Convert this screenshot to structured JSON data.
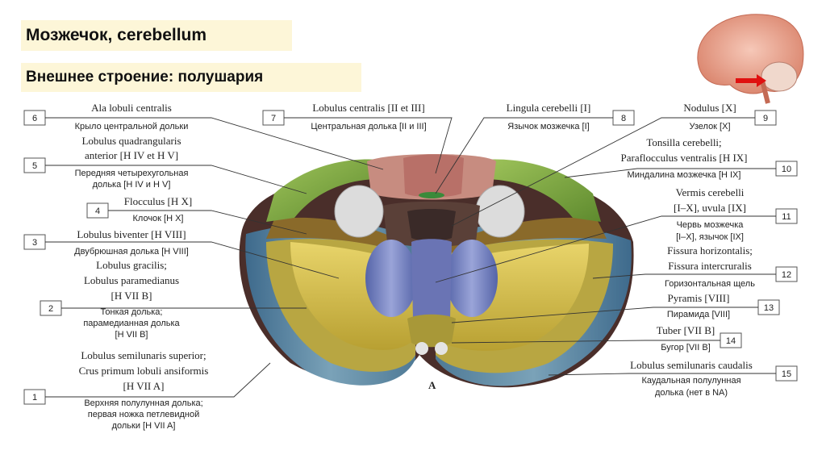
{
  "title": "Мозжечок, cerebellum",
  "subtitle": "Внешнее строение: полушария",
  "figure_letter": "A",
  "colors": {
    "title_bg": "#fdf6d8",
    "leader": "#333333",
    "inset_arrow": "#e01010"
  },
  "labels": {
    "l6": {
      "num": "6",
      "lat": [
        "Ala lobuli centralis"
      ],
      "rus": [
        "Крыло центральной дольки"
      ]
    },
    "l5": {
      "num": "5",
      "lat": [
        "Lobulus quadrangularis",
        "anterior [H IV et H V]"
      ],
      "rus": [
        "Передняя четырехугольная",
        "долька [H IV и H V]"
      ]
    },
    "l4": {
      "num": "4",
      "lat": [
        "Flocculus [H X]"
      ],
      "rus": [
        "Клочок [H X]"
      ]
    },
    "l3": {
      "num": "3",
      "lat": [
        "Lobulus biventer [H VIII]"
      ],
      "rus": [
        "Двубрюшная долька [H VIII]"
      ]
    },
    "l2": {
      "num": "2",
      "lat": [
        "Lobulus gracilis;",
        "Lobulus paramedianus",
        "[H VII B]"
      ],
      "rus": [
        "Тонкая долька;",
        "парамедианная долька",
        "[H VII B]"
      ]
    },
    "l1": {
      "num": "1",
      "lat": [
        "Lobulus semilunaris superior;",
        "Crus primum lobuli ansiformis",
        "[H VII A]"
      ],
      "rus": [
        "Верхняя полулунная долька;",
        "первая ножка петлевидной",
        "дольки [H VII A]"
      ]
    },
    "l7": {
      "num": "7",
      "lat": [
        "Lobulus centralis [II et III]"
      ],
      "rus": [
        "Центральная долька [II и III]"
      ]
    },
    "l8": {
      "num": "8",
      "lat": [
        "Lingula cerebelli [I]"
      ],
      "rus": [
        "Язычок мозжечка [I]"
      ]
    },
    "l9": {
      "num": "9",
      "lat": [
        "Nodulus [X]"
      ],
      "rus": [
        "Узелок [X]"
      ]
    },
    "l10": {
      "num": "10",
      "lat": [
        "Tonsilla cerebelli;",
        "Paraflocculus ventralis [H IX]"
      ],
      "rus": [
        "Миндалина мозжечка [H IX]"
      ]
    },
    "l11": {
      "num": "11",
      "lat": [
        "Vermis cerebelli",
        "[I–X], uvula [IX]"
      ],
      "rus": [
        "Червь мозжечка",
        "[I–X], язычок [IX]"
      ]
    },
    "l12": {
      "num": "12",
      "lat": [
        "Fissura horizontalis;",
        "Fissura intercruralis"
      ],
      "rus": [
        "Горизонтальная щель"
      ]
    },
    "l13": {
      "num": "13",
      "lat": [
        "Pyramis [VIII]"
      ],
      "rus": [
        "Пирамида [VIII]"
      ]
    },
    "l14": {
      "num": "14",
      "lat": [
        "Tuber [VII B]"
      ],
      "rus": [
        "Бугор [VII B]"
      ]
    },
    "l15": {
      "num": "15",
      "lat": [
        "Lobulus semilunaris caudalis"
      ],
      "rus": [
        "Каудальная полулунная",
        "долька (нет в NA)"
      ]
    }
  }
}
